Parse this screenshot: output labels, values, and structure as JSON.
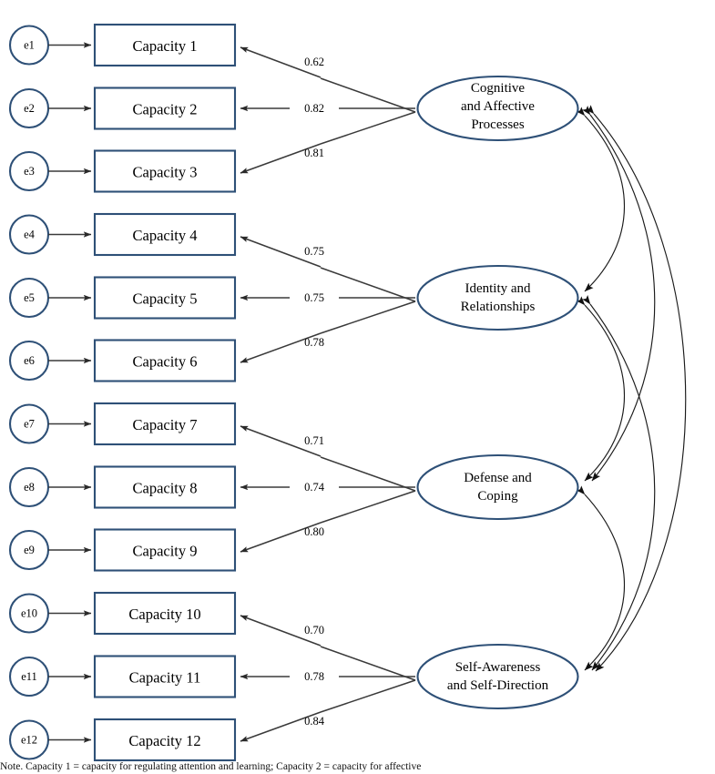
{
  "figure": {
    "type": "sem-path-diagram",
    "title": "",
    "background": "#ffffff",
    "shape_stroke_color": "#2e5077",
    "line_color": "#3a3a3a",
    "curve_color": "#1a1a1a",
    "text_color": "#000000"
  },
  "errors": [
    {
      "id": "e1",
      "label": "e1"
    },
    {
      "id": "e2",
      "label": "e2"
    },
    {
      "id": "e3",
      "label": "e3"
    },
    {
      "id": "e4",
      "label": "e4"
    },
    {
      "id": "e5",
      "label": "e5"
    },
    {
      "id": "e6",
      "label": "e6"
    },
    {
      "id": "e7",
      "label": "e7"
    },
    {
      "id": "e8",
      "label": "e8"
    },
    {
      "id": "e9",
      "label": "e9"
    },
    {
      "id": "e10",
      "label": "e10"
    },
    {
      "id": "e11",
      "label": "e11"
    },
    {
      "id": "e12",
      "label": "e12"
    }
  ],
  "indicators": [
    {
      "id": "c1",
      "label": "Capacity 1"
    },
    {
      "id": "c2",
      "label": "Capacity 2"
    },
    {
      "id": "c3",
      "label": "Capacity 3"
    },
    {
      "id": "c4",
      "label": "Capacity 4"
    },
    {
      "id": "c5",
      "label": "Capacity 5"
    },
    {
      "id": "c6",
      "label": "Capacity 6"
    },
    {
      "id": "c7",
      "label": "Capacity 7"
    },
    {
      "id": "c8",
      "label": "Capacity 8"
    },
    {
      "id": "c9",
      "label": "Capacity 9"
    },
    {
      "id": "c10",
      "label": "Capacity 10"
    },
    {
      "id": "c11",
      "label": "Capacity 11"
    },
    {
      "id": "c12",
      "label": "Capacity 12"
    }
  ],
  "factors": [
    {
      "id": "f1",
      "line1": "Cognitive",
      "line2": "and Affective",
      "line3": "Processes"
    },
    {
      "id": "f2",
      "line1": "Identity and",
      "line2": "Relationships",
      "line3": ""
    },
    {
      "id": "f3",
      "line1": "Defense and",
      "line2": "Coping",
      "line3": ""
    },
    {
      "id": "f4",
      "line1": "Self-Awareness",
      "line2": "and Self-Direction",
      "line3": ""
    }
  ],
  "loadings": [
    {
      "factor": "f1",
      "indicator": "c1",
      "value": "0.62"
    },
    {
      "factor": "f1",
      "indicator": "c2",
      "value": "0.82"
    },
    {
      "factor": "f1",
      "indicator": "c3",
      "value": "0.81"
    },
    {
      "factor": "f2",
      "indicator": "c4",
      "value": "0.75"
    },
    {
      "factor": "f2",
      "indicator": "c5",
      "value": "0.75"
    },
    {
      "factor": "f2",
      "indicator": "c6",
      "value": "0.78"
    },
    {
      "factor": "f3",
      "indicator": "c7",
      "value": "0.71"
    },
    {
      "factor": "f3",
      "indicator": "c8",
      "value": "0.74"
    },
    {
      "factor": "f3",
      "indicator": "c9",
      "value": "0.80"
    },
    {
      "factor": "f4",
      "indicator": "c10",
      "value": "0.70"
    },
    {
      "factor": "f4",
      "indicator": "c11",
      "value": "0.78"
    },
    {
      "factor": "f4",
      "indicator": "c12",
      "value": "0.84"
    }
  ],
  "correlations": [
    {
      "from": "f1",
      "to": "f2",
      "value": ""
    },
    {
      "from": "f1",
      "to": "f3",
      "value": ""
    },
    {
      "from": "f1",
      "to": "f4",
      "value": ""
    },
    {
      "from": "f2",
      "to": "f3",
      "value": ""
    },
    {
      "from": "f2",
      "to": "f4",
      "value": ""
    },
    {
      "from": "f3",
      "to": "f4",
      "value": ""
    }
  ],
  "note": {
    "text": "Note. Capacity 1 = capacity for regulating attention and learning; Capacity 2 = capacity for affective"
  }
}
